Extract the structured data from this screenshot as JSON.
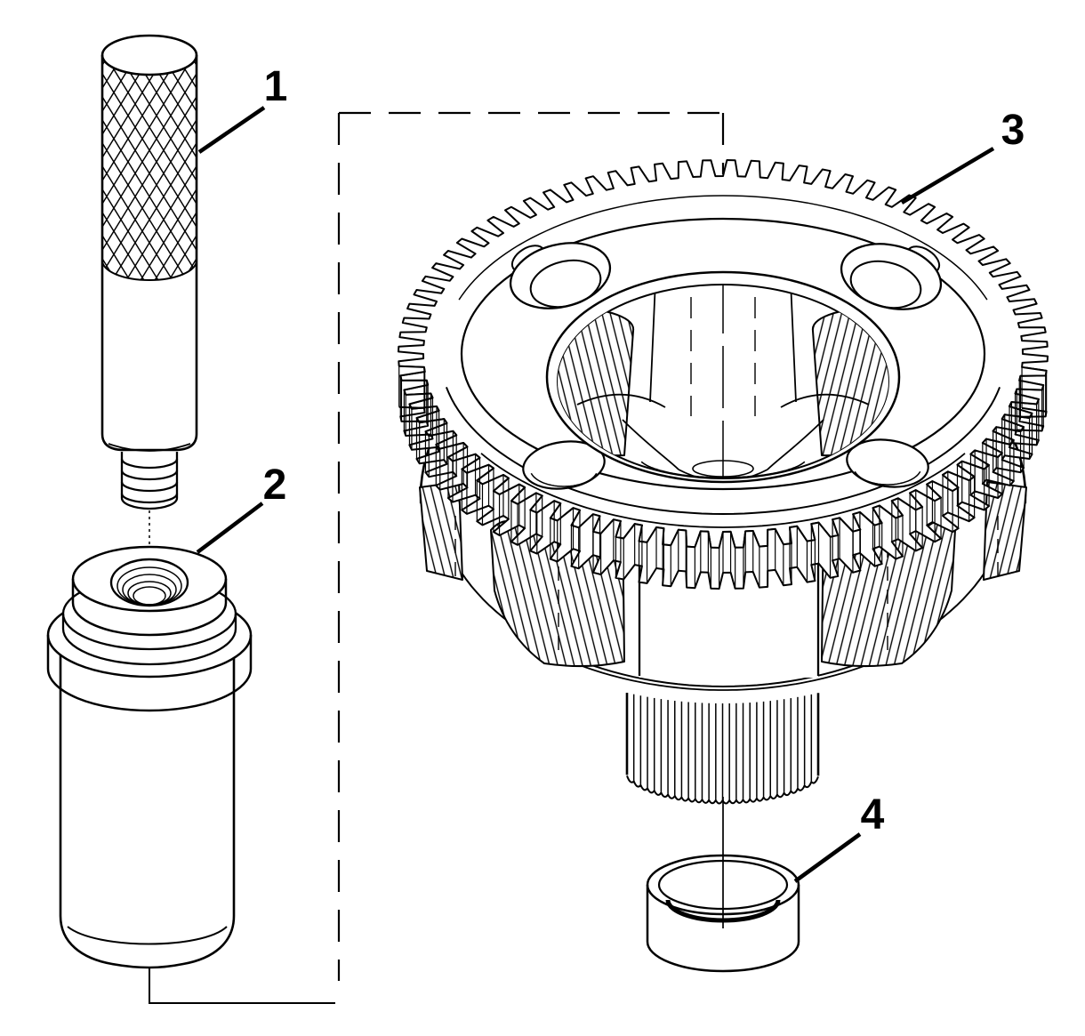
{
  "figure": {
    "background_color": "#ffffff",
    "ink_color": "#000000",
    "callouts": [
      {
        "label": "1"
      },
      {
        "label": "2"
      },
      {
        "label": "3"
      },
      {
        "label": "4"
      }
    ]
  }
}
